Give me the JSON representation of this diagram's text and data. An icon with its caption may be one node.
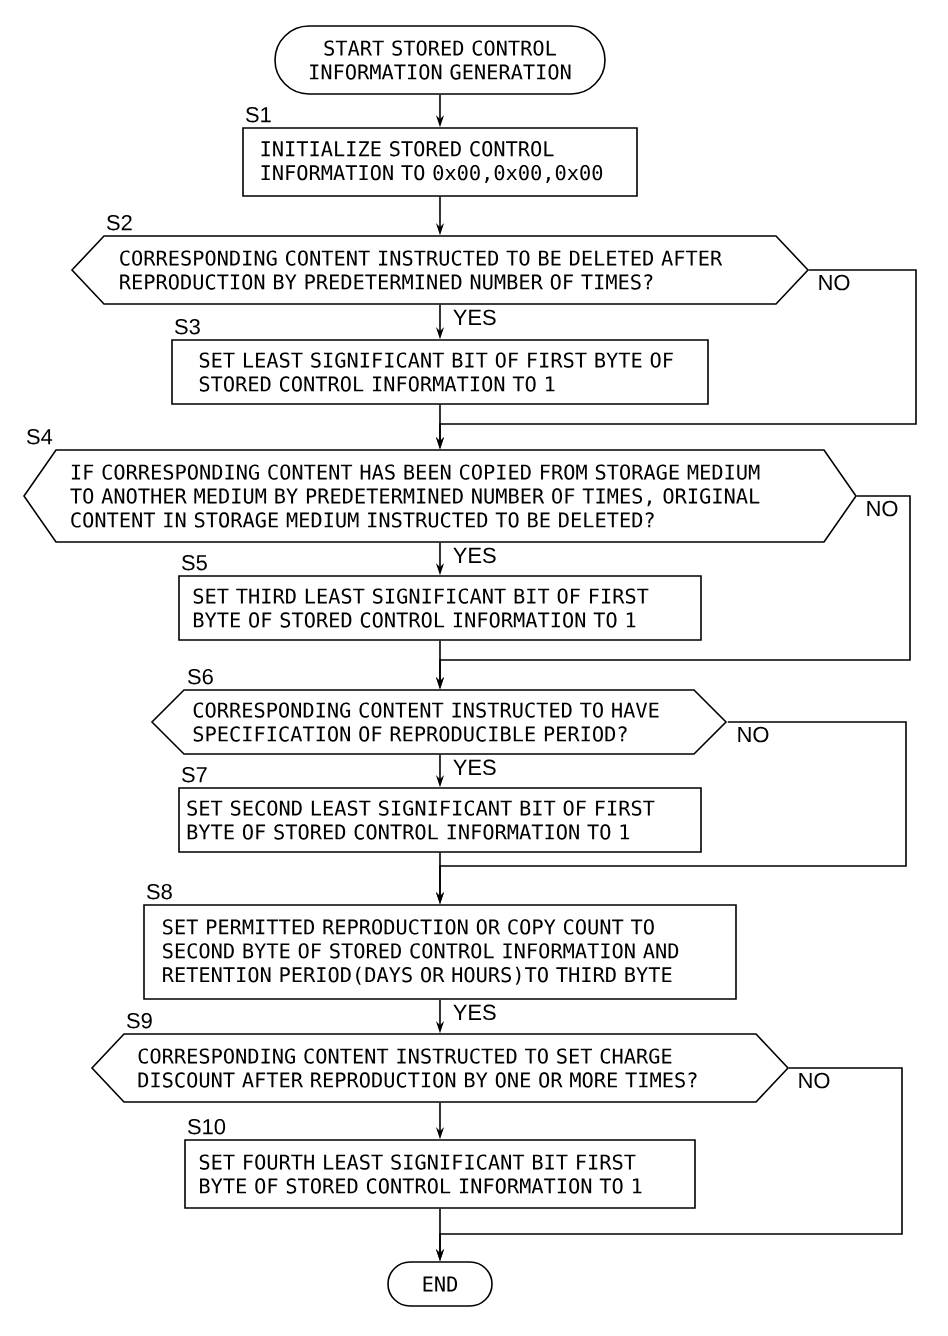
{
  "diagram": {
    "nodes": [
      {
        "text": [
          "START STORED CONTROL INFORMATION GENERATION"
        ]
      },
      {
        "text": [
          "INITIALIZE STORED CONTROL INFORMATION TO 0x00,0x00,0x00"
        ],
        "beside": [
          "S1"
        ]
      },
      {
        "text": [
          "CORRESPONDING CONTENT INSTRUCTED TO BE DELETED AFTER REPRODUCTION BY PREDETERMINED NUMBER OF TIMES?"
        ],
        "beside": [
          "S2"
        ]
      },
      {
        "text": [
          "SET LEAST SIGNIFICANT BIT OF FIRST BYTE OF STORED CONTROL INFORMATION TO 1"
        ],
        "beside": [
          "S3"
        ]
      },
      {
        "text": [
          "IF CORRESPONDING CONTENT HAS BEEN COPIED FROM STORAGE MEDIUM TO ANOTHER MEDIUM BY PREDETERMINED NUMBER OF TIMES, ORIGINAL CONTENT IN STORAGE MEDIUM INSTRUCTED TO BE DELETED?"
        ],
        "beside": [
          "S4"
        ]
      },
      {
        "text": [
          "SET THIRD LEAST SIGNIFICANT BIT OF FIRST BYTE OF STORED CONTROL INFORMATION TO 1"
        ],
        "beside": [
          "S5"
        ]
      },
      {
        "text": [
          "CORRESPONDING CONTENT INSTRUCTED TO HAVE SPECIFICATION OF REPRODUCIBLE PERIOD?"
        ],
        "beside": [
          "S6"
        ]
      },
      {
        "text": [
          "SET SECOND LEAST SIGNIFICANT BIT OF FIRST BYTE OF STORED CONTROL INFORMATION TO 1"
        ],
        "beside": [
          "S7"
        ]
      },
      {
        "text": [
          "SET PERMITTED REPRODUCTION OR COPY COUNT TO SECOND BYTE OF STORED CONTROL INFORMATION AND RETENTION PERIOD(DAYS OR HOURS)TO THIRD BYTE"
        ],
        "beside": [
          "S8"
        ]
      },
      {
        "text": [
          "CORRESPONDING CONTENT INSTRUCTED TO SET CHARGE DISCOUNT AFTER REPRODUCTION BY ONE OR MORE TIMES?"
        ],
        "beside": [
          "S9"
        ]
      },
      {
        "text": [
          "SET FOURTH LEAST SIGNIFICANT BIT FIRST BYTE OF STORED CONTROL INFORMATION TO 1"
        ],
        "beside": [
          "S10"
        ]
      },
      {
        "text": [
          "END"
        ]
      }
    ],
    "edges": [
      {
        "from": 0,
        "to": 1,
        "arrow": "to"
      },
      {
        "from": 1,
        "to": 2,
        "arrow": "to"
      },
      {
        "from": 2,
        "to": 3,
        "arrow": "to",
        "label": "YES"
      },
      {
        "from": 2,
        "to": 4,
        "arrow": "to",
        "label": "NO"
      },
      {
        "from": 3,
        "to": 4,
        "arrow": "to"
      },
      {
        "from": 4,
        "to": 5,
        "arrow": "to",
        "label": "YES"
      },
      {
        "from": 4,
        "to": 6,
        "arrow": "to",
        "label": "NO"
      },
      {
        "from": 5,
        "to": 6,
        "arrow": "to"
      },
      {
        "from": 6,
        "to": 7,
        "arrow": "to",
        "label": "YES"
      },
      {
        "from": 6,
        "to": 8,
        "arrow": "to",
        "label": "NO"
      },
      {
        "from": 7,
        "to": 8,
        "arrow": "to"
      },
      {
        "from": 8,
        "to": 9,
        "arrow": "to",
        "label": "YES"
      },
      {
        "from": 9,
        "to": 10,
        "arrow": "to"
      },
      {
        "from": 9,
        "to": 11,
        "arrow": "to",
        "label": "NO"
      },
      {
        "from": 10,
        "to": 11,
        "arrow": "to"
      }
    ]
  }
}
